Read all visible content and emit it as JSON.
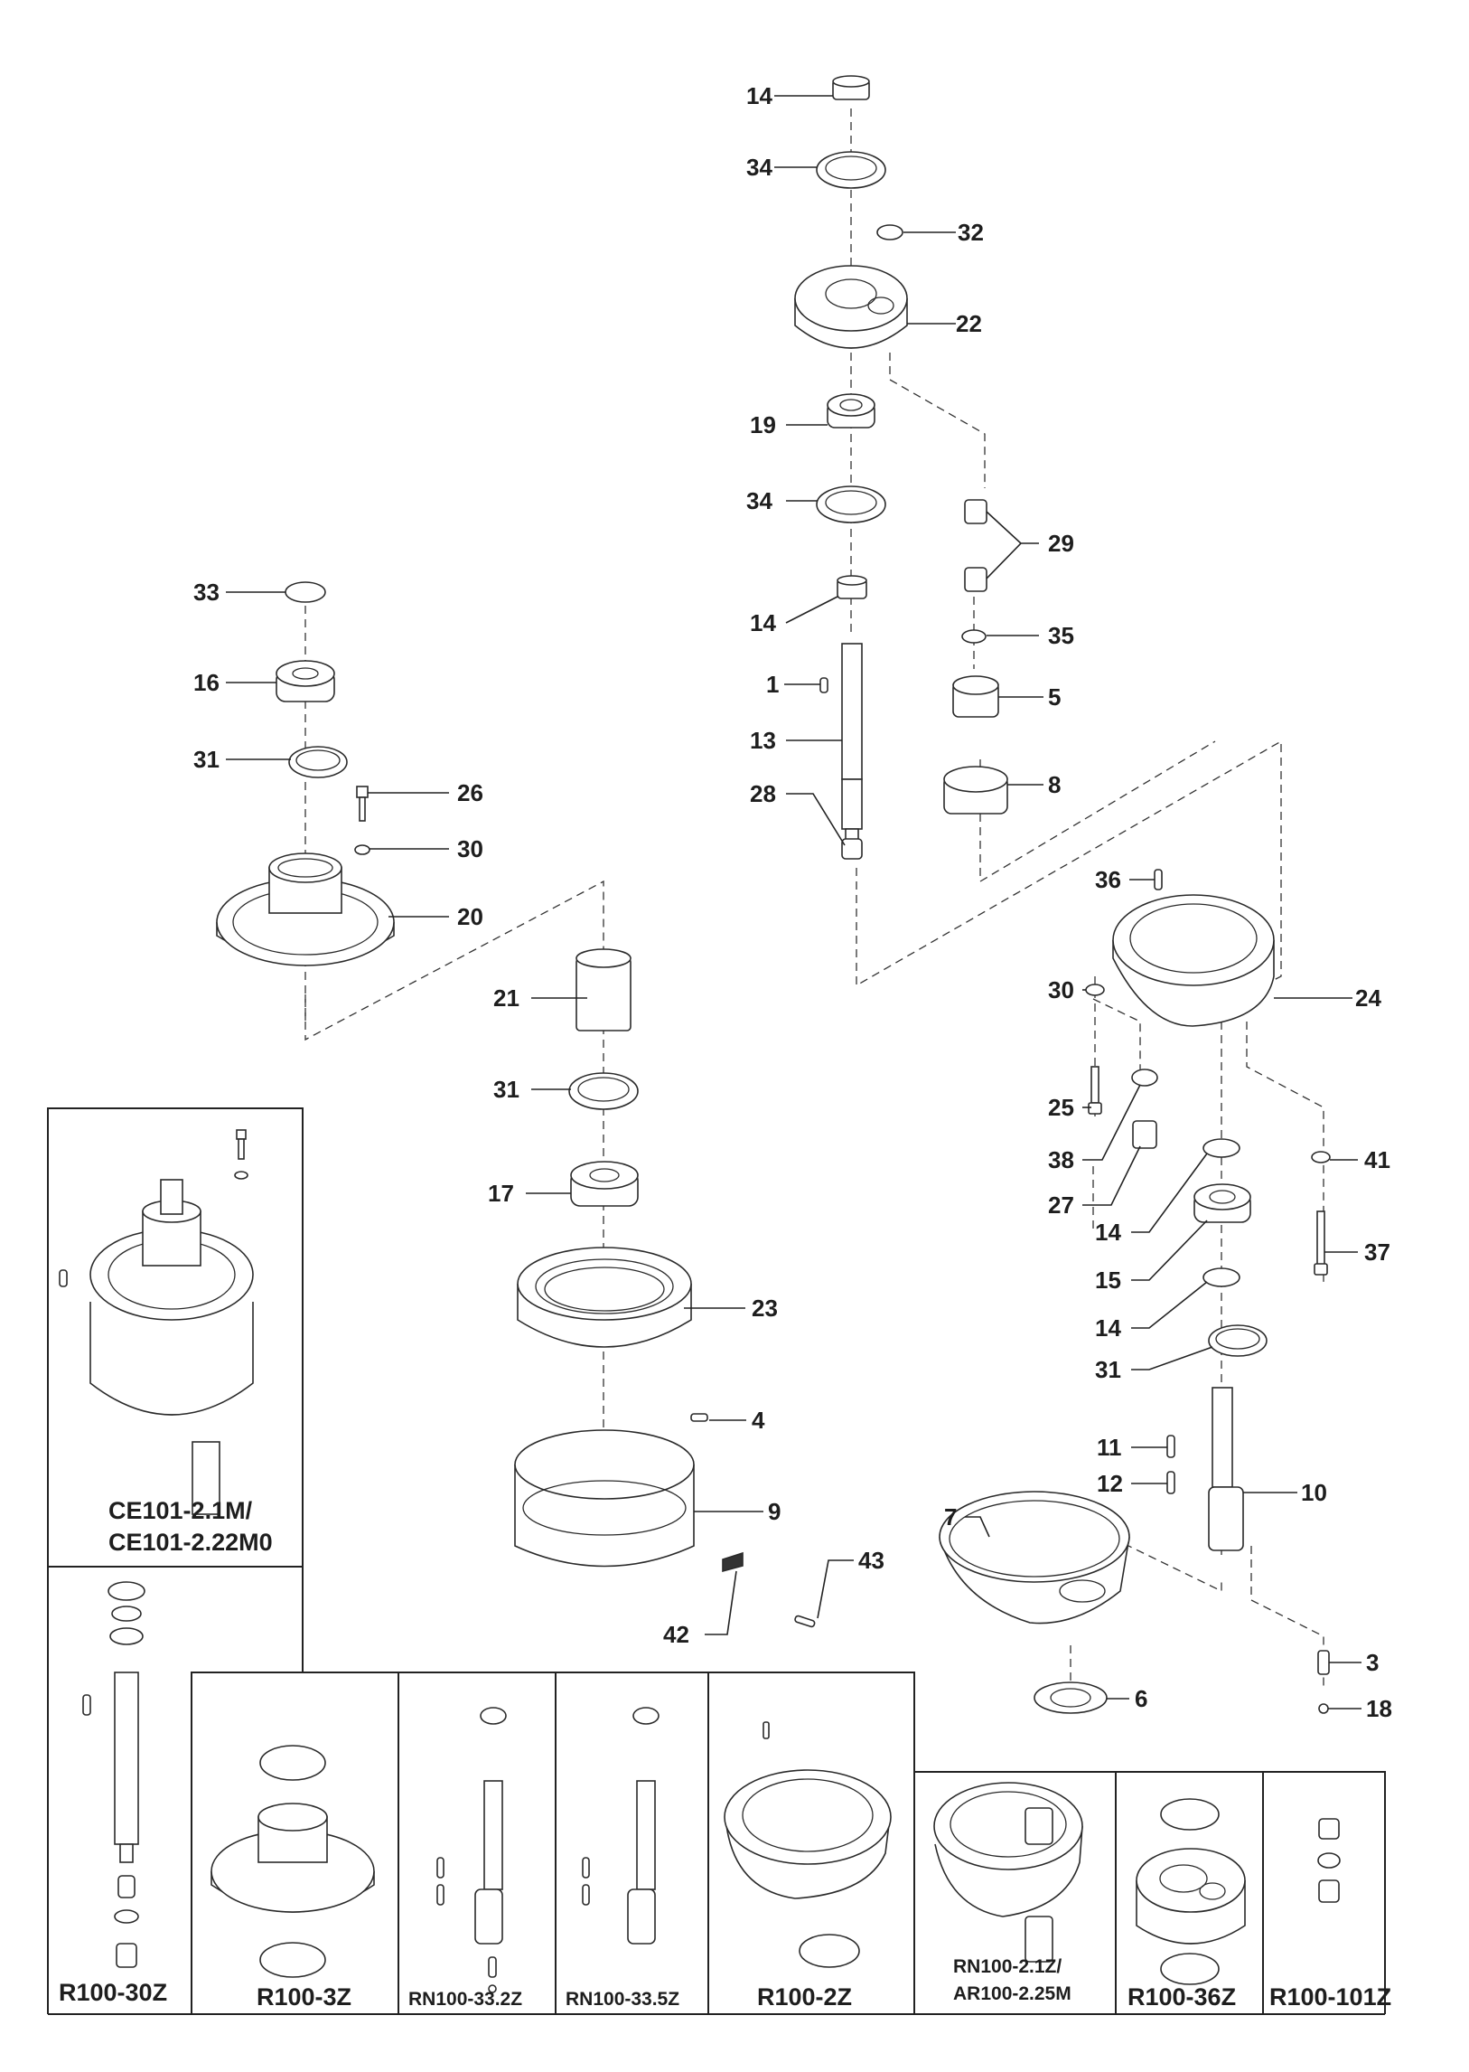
{
  "diagram": {
    "callouts": [
      {
        "id": "c-14a",
        "text": "14"
      },
      {
        "id": "c-34a",
        "text": "34"
      },
      {
        "id": "c-32",
        "text": "32"
      },
      {
        "id": "c-22",
        "text": "22"
      },
      {
        "id": "c-19",
        "text": "19"
      },
      {
        "id": "c-34b",
        "text": "34"
      },
      {
        "id": "c-29",
        "text": "29"
      },
      {
        "id": "c-14b",
        "text": "14"
      },
      {
        "id": "c-35",
        "text": "35"
      },
      {
        "id": "c-1",
        "text": "1"
      },
      {
        "id": "c-5",
        "text": "5"
      },
      {
        "id": "c-13",
        "text": "13"
      },
      {
        "id": "c-8",
        "text": "8"
      },
      {
        "id": "c-28",
        "text": "28"
      },
      {
        "id": "c-36",
        "text": "36"
      },
      {
        "id": "c-24",
        "text": "24"
      },
      {
        "id": "c-33",
        "text": "33"
      },
      {
        "id": "c-16",
        "text": "16"
      },
      {
        "id": "c-31a",
        "text": "31"
      },
      {
        "id": "c-26",
        "text": "26"
      },
      {
        "id": "c-30a",
        "text": "30"
      },
      {
        "id": "c-20",
        "text": "20"
      },
      {
        "id": "c-21",
        "text": "21"
      },
      {
        "id": "c-31b",
        "text": "31"
      },
      {
        "id": "c-17",
        "text": "17"
      },
      {
        "id": "c-23",
        "text": "23"
      },
      {
        "id": "c-4",
        "text": "4"
      },
      {
        "id": "c-9",
        "text": "9"
      },
      {
        "id": "c-42",
        "text": "42"
      },
      {
        "id": "c-43",
        "text": "43"
      },
      {
        "id": "c-7",
        "text": "7"
      },
      {
        "id": "c-10",
        "text": "10"
      },
      {
        "id": "c-11",
        "text": "11"
      },
      {
        "id": "c-12",
        "text": "12"
      },
      {
        "id": "c-6",
        "text": "6"
      },
      {
        "id": "c-3",
        "text": "3"
      },
      {
        "id": "c-18",
        "text": "18"
      },
      {
        "id": "c-30b",
        "text": "30"
      },
      {
        "id": "c-25",
        "text": "25"
      },
      {
        "id": "c-38",
        "text": "38"
      },
      {
        "id": "c-27",
        "text": "27"
      },
      {
        "id": "c-14c",
        "text": "14"
      },
      {
        "id": "c-15",
        "text": "15"
      },
      {
        "id": "c-14d",
        "text": "14"
      },
      {
        "id": "c-31c",
        "text": "31"
      },
      {
        "id": "c-41",
        "text": "41"
      },
      {
        "id": "c-37",
        "text": "37"
      }
    ],
    "kits": {
      "ce101_line1": "CE101-2.1M/",
      "ce101_line2": "CE101-2.22M0",
      "r100_30z": "R100-30Z",
      "r100_3z": "R100-3Z",
      "rn100_33_2z": "RN100-33.2Z",
      "rn100_33_5z": "RN100-33.5Z",
      "r100_2z": "R100-2Z",
      "rn100_2_1z_line1": "RN100-2.1Z/",
      "rn100_2_1z_line2": "AR100-2.25M",
      "r100_36z": "R100-36Z",
      "r100_101z": "R100-101Z"
    }
  }
}
